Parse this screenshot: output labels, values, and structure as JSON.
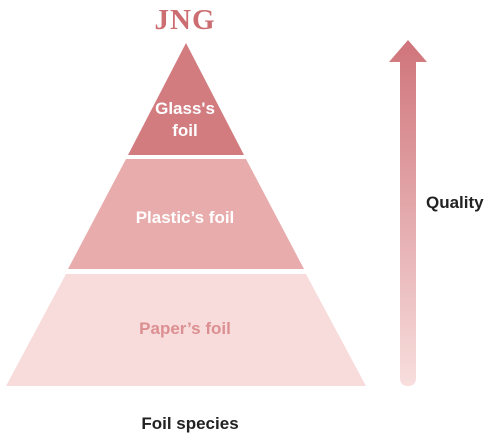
{
  "diagram": {
    "logo": "JNG",
    "tiers": [
      {
        "label_line1": "Glass's",
        "label_line2": "foil",
        "fill": "#d27c80",
        "text_color": "#ffffff"
      },
      {
        "label_line1": "Plastic’s foil",
        "label_line2": "",
        "fill": "#e9acad",
        "text_color": "#ffffff"
      },
      {
        "label_line1": "Paper’s foil",
        "label_line2": "",
        "fill": "#f8dcdb",
        "text_color": "#dc8f91"
      }
    ],
    "axis_label": "Quality",
    "footer_label": "Foil species",
    "colors": {
      "logo": "#cc6d72",
      "arrow_top": "#cf747a",
      "arrow_bottom": "#f8dede",
      "text_dark": "#222222"
    },
    "icons": {
      "arrow": "arrow-up-icon"
    }
  }
}
